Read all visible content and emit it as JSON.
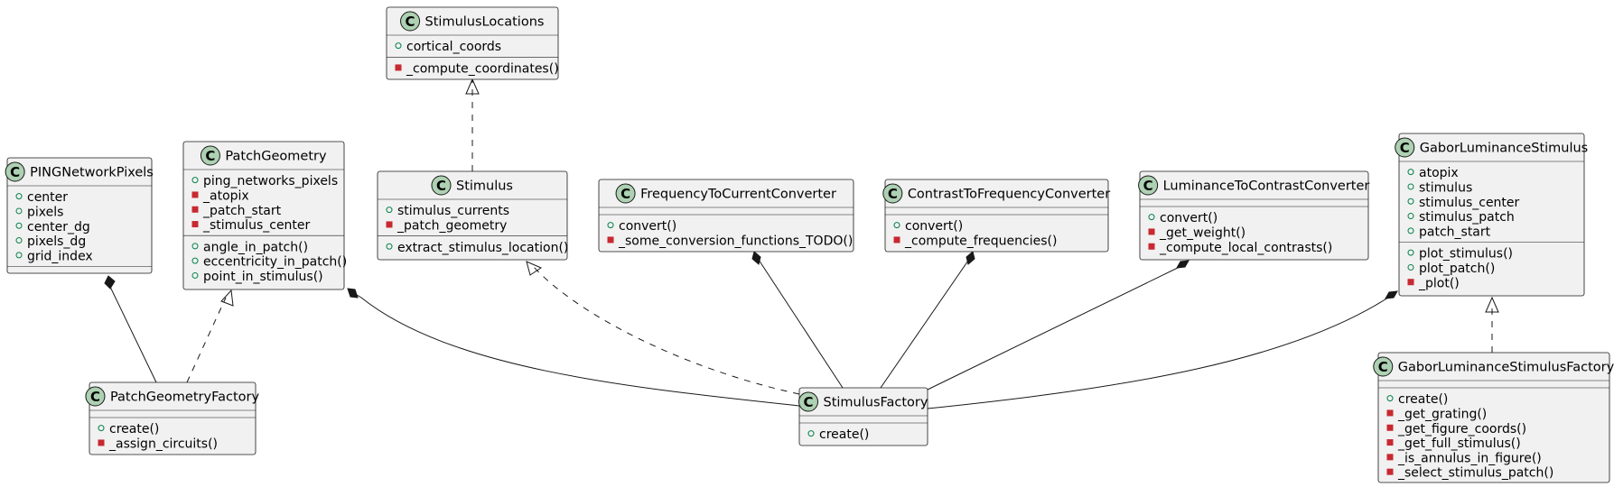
{
  "classes": {
    "stimulus_locations": {
      "name": "StimulusLocations",
      "members": [
        {
          "vis": "public",
          "text": "cortical_coords"
        },
        {
          "vis": "private",
          "text": "_compute_coordinates()"
        }
      ]
    },
    "ping_network_pixels": {
      "name": "PINGNetworkPixels",
      "members": [
        {
          "vis": "public",
          "text": "center"
        },
        {
          "vis": "public",
          "text": "pixels"
        },
        {
          "vis": "public",
          "text": "center_dg"
        },
        {
          "vis": "public",
          "text": "pixels_dg"
        },
        {
          "vis": "public",
          "text": "grid_index"
        }
      ]
    },
    "patch_geometry": {
      "name": "PatchGeometry",
      "members": [
        {
          "vis": "public",
          "text": "ping_networks_pixels"
        },
        {
          "vis": "private",
          "text": "_atopix"
        },
        {
          "vis": "private",
          "text": "_patch_start"
        },
        {
          "vis": "private",
          "text": "_stimulus_center"
        },
        {
          "vis": "public",
          "text": "angle_in_patch()"
        },
        {
          "vis": "public",
          "text": "eccentricity_in_patch()"
        },
        {
          "vis": "public",
          "text": "point_in_stimulus()"
        }
      ]
    },
    "stimulus": {
      "name": "Stimulus",
      "members": [
        {
          "vis": "public",
          "text": "stimulus_currents"
        },
        {
          "vis": "private",
          "text": "_patch_geometry"
        },
        {
          "vis": "public",
          "text": "extract_stimulus_location()"
        }
      ]
    },
    "frequency_to_current": {
      "name": "FrequencyToCurrentConverter",
      "members": [
        {
          "vis": "public",
          "text": "convert()"
        },
        {
          "vis": "private",
          "text": "_some_conversion_functions_TODO()"
        }
      ]
    },
    "contrast_to_frequency": {
      "name": "ContrastToFrequencyConverter",
      "members": [
        {
          "vis": "public",
          "text": "convert()"
        },
        {
          "vis": "private",
          "text": "_compute_frequencies()"
        }
      ]
    },
    "luminance_to_contrast": {
      "name": "LuminanceToContrastConverter",
      "members": [
        {
          "vis": "public",
          "text": "convert()"
        },
        {
          "vis": "private",
          "text": "_get_weight()"
        },
        {
          "vis": "private",
          "text": "_compute_local_contrasts()"
        }
      ]
    },
    "gabor_luminance_stimulus": {
      "name": "GaborLuminanceStimulus",
      "members": [
        {
          "vis": "public",
          "text": "atopix"
        },
        {
          "vis": "public",
          "text": "stimulus"
        },
        {
          "vis": "public",
          "text": "stimulus_center"
        },
        {
          "vis": "public",
          "text": "stimulus_patch"
        },
        {
          "vis": "public",
          "text": "patch_start"
        },
        {
          "vis": "public",
          "text": "plot_stimulus()"
        },
        {
          "vis": "public",
          "text": "plot_patch()"
        },
        {
          "vis": "private",
          "text": "_plot()"
        }
      ]
    },
    "patch_geometry_factory": {
      "name": "PatchGeometryFactory",
      "members": [
        {
          "vis": "public",
          "text": "create()"
        },
        {
          "vis": "private",
          "text": "_assign_circuits()"
        }
      ]
    },
    "stimulus_factory": {
      "name": "StimulusFactory",
      "members": [
        {
          "vis": "public",
          "text": "create()"
        }
      ]
    },
    "gabor_luminance_stimulus_factory": {
      "name": "GaborLuminanceStimulusFactory",
      "members": [
        {
          "vis": "public",
          "text": "create()"
        },
        {
          "vis": "private",
          "text": "_get_grating()"
        },
        {
          "vis": "private",
          "text": "_get_figure_coords()"
        },
        {
          "vis": "private",
          "text": "_get_full_stimulus()"
        },
        {
          "vis": "private",
          "text": "_is_annulus_in_figure()"
        },
        {
          "vis": "private",
          "text": "_select_stimulus_patch()"
        }
      ]
    }
  },
  "relations": [
    {
      "from": "stimulus",
      "to": "stimulus_locations",
      "kind": "realization"
    },
    {
      "from": "patch_geometry_factory",
      "to": "ping_network_pixels",
      "kind": "composition"
    },
    {
      "from": "patch_geometry_factory",
      "to": "patch_geometry",
      "kind": "realization"
    },
    {
      "from": "stimulus_factory",
      "to": "patch_geometry",
      "kind": "composition"
    },
    {
      "from": "stimulus_factory",
      "to": "stimulus",
      "kind": "realization"
    },
    {
      "from": "stimulus_factory",
      "to": "frequency_to_current",
      "kind": "composition"
    },
    {
      "from": "stimulus_factory",
      "to": "contrast_to_frequency",
      "kind": "composition"
    },
    {
      "from": "stimulus_factory",
      "to": "luminance_to_contrast",
      "kind": "composition"
    },
    {
      "from": "stimulus_factory",
      "to": "gabor_luminance_stimulus",
      "kind": "composition"
    },
    {
      "from": "gabor_luminance_stimulus_factory",
      "to": "gabor_luminance_stimulus",
      "kind": "realization"
    }
  ],
  "colors": {
    "class_fill": "#f1f1f1",
    "border": "#181818",
    "class_badge": "#add1b2",
    "public_marker": "#038048",
    "private_marker": "#c82930"
  },
  "badge_letter": "C"
}
